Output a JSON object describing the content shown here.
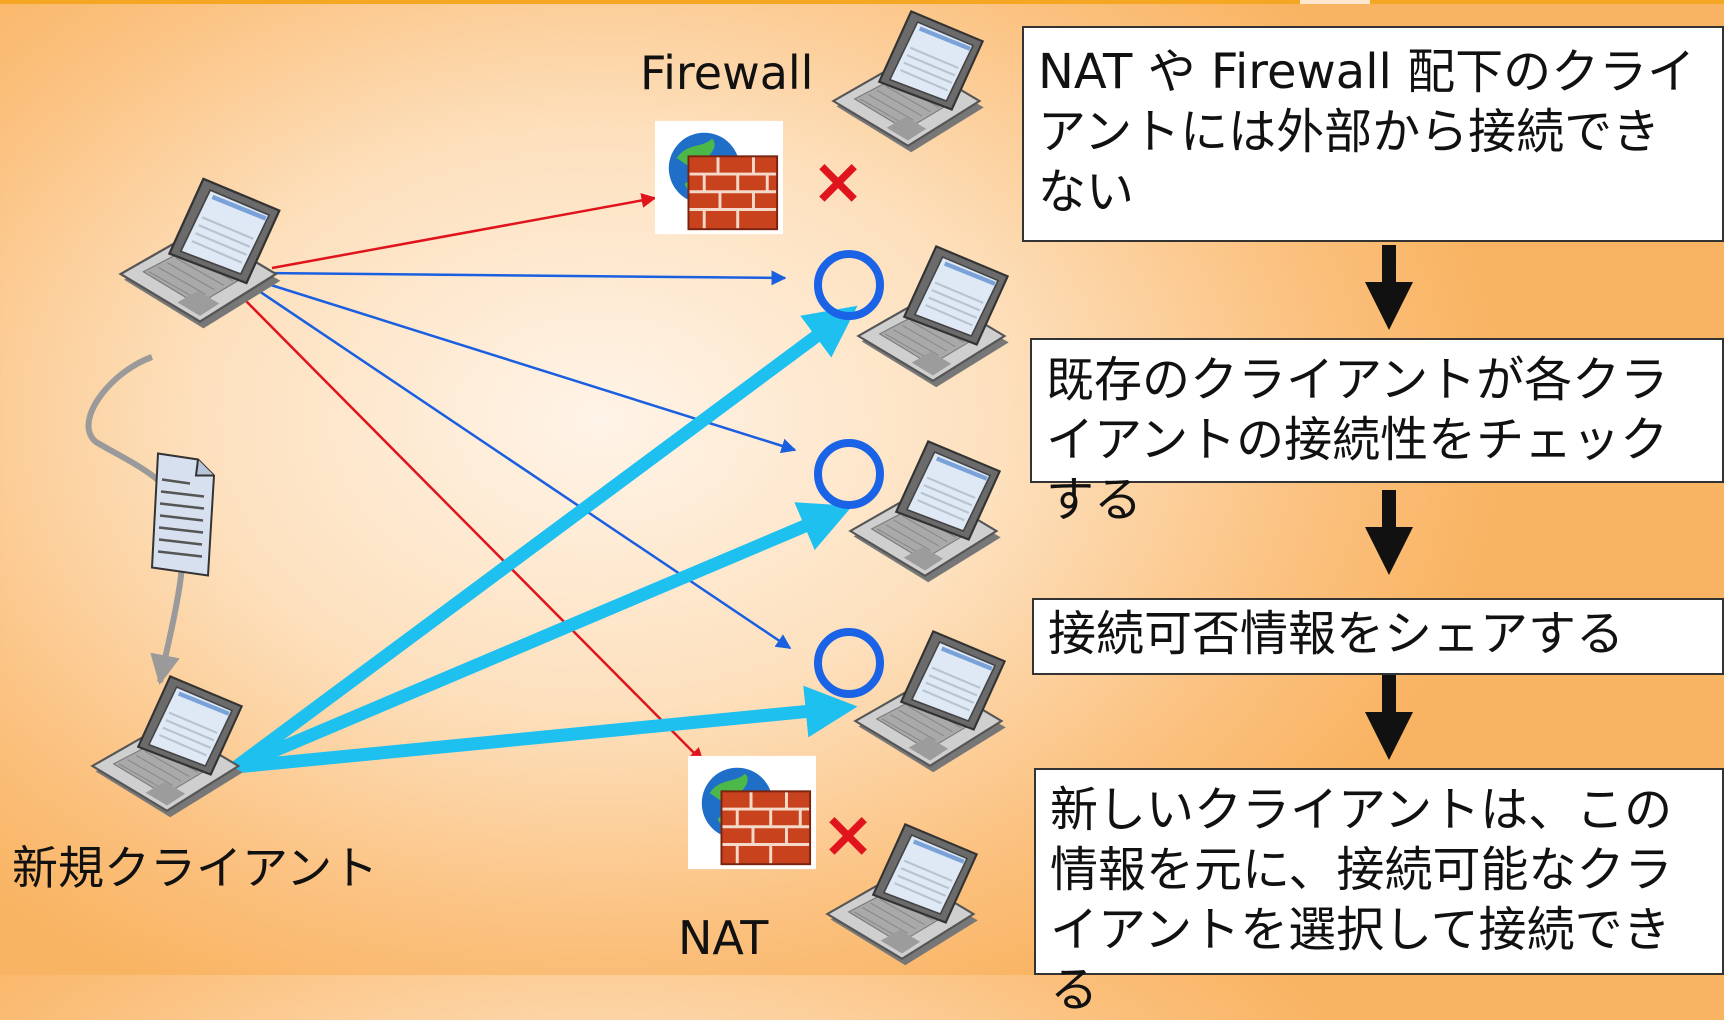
{
  "labels": {
    "firewall": "Firewall",
    "nat": "NAT",
    "new_client": "新規クライアント"
  },
  "steps": [
    "NAT や Firewall 配下のクライアントには外部から接続できない",
    "既存のクライアントが各クライアントの接続性をチェックする",
    "接続可否情報をシェアする",
    "新しいクライアントは、この情報を元に、接続可能なクライアントを選択して接続できる"
  ],
  "status_symbols": {
    "blocked": "×",
    "reachable": "○"
  },
  "colors": {
    "blocked_arrow": "#e0141c",
    "check_arrow": "#1a5fe0",
    "connect_arrow": "#1ec0f0",
    "reachable_circle": "#1a62e6",
    "blocked_mark": "#e0141c",
    "flow_arrow": "#111111",
    "background_accent": "#f9b463"
  },
  "icons": [
    "laptop-icon",
    "firewall-icon",
    "document-icon",
    "curved-arrow-icon"
  ]
}
